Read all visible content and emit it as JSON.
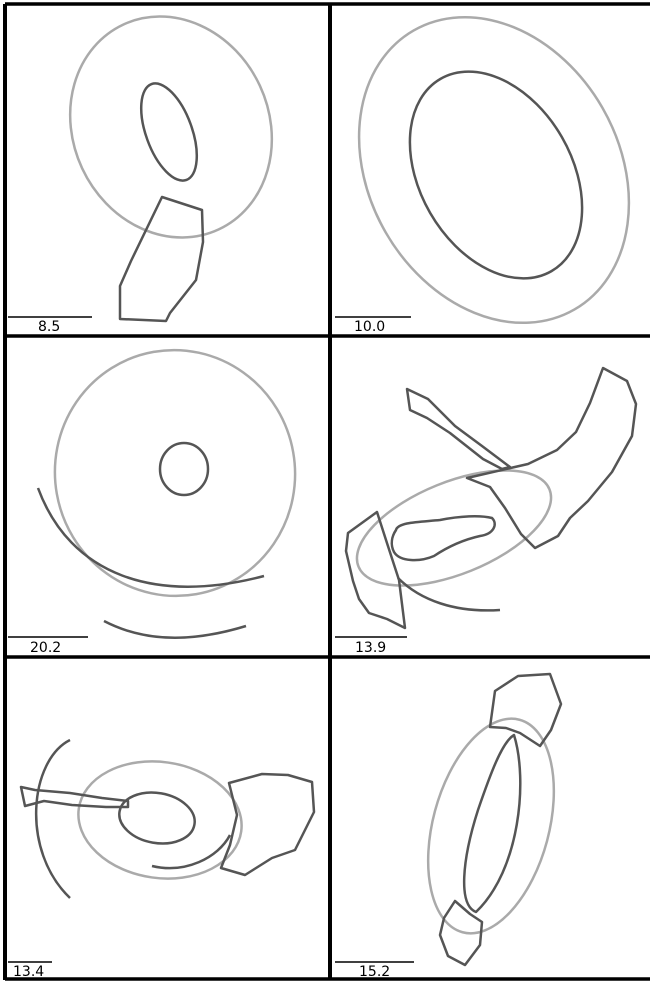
{
  "panels": [
    {
      "label": "8.5"
    },
    {
      "label": "10.0"
    },
    {
      "label": "20.2"
    },
    {
      "label": "13.9"
    },
    {
      "label": "13.4"
    },
    {
      "label": "15.2"
    }
  ],
  "colors": {
    "border": "#000000",
    "contour_dark": "#555555",
    "contour_light": "#aaaaaa",
    "background": "#ffffff"
  }
}
